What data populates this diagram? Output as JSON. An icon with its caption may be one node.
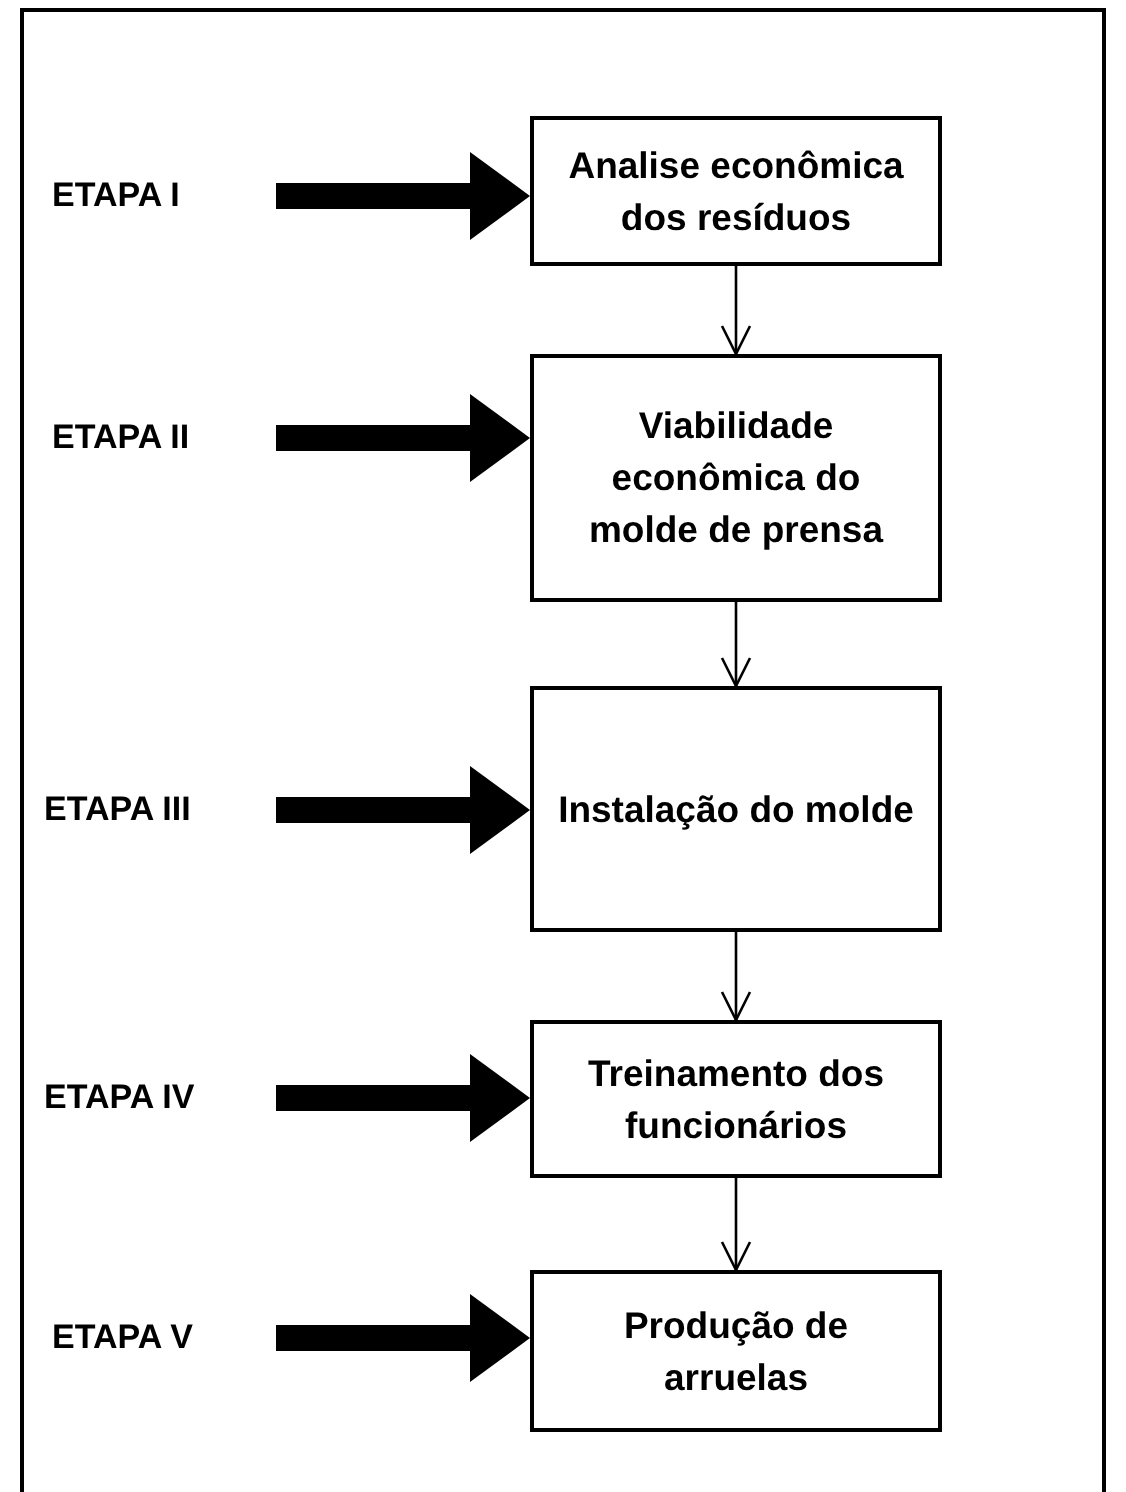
{
  "diagram": {
    "nodes": [
      {
        "text": [
          "ETAPA I"
        ]
      },
      {
        "text": [
          "Analise econômica dos resíduos"
        ]
      },
      {
        "text": [
          "ETAPA II"
        ]
      },
      {
        "text": [
          "Viabilidade econômica do molde de prensa"
        ]
      },
      {
        "text": [
          "ETAPA III"
        ]
      },
      {
        "text": [
          "Instalação do molde"
        ]
      },
      {
        "text": [
          "ETAPA IV"
        ]
      },
      {
        "text": [
          "Treinamento dos funcionários"
        ]
      },
      {
        "text": [
          "ETAPA V"
        ]
      },
      {
        "text": [
          "Produção de arruelas"
        ]
      }
    ],
    "edges": [
      {
        "from": 0,
        "to": 1,
        "arrow": "to"
      },
      {
        "from": 2,
        "to": 3,
        "arrow": "to"
      },
      {
        "from": 4,
        "to": 5,
        "arrow": "to"
      },
      {
        "from": 6,
        "to": 7,
        "arrow": "to"
      },
      {
        "from": 8,
        "to": 9,
        "arrow": "to"
      },
      {
        "from": 1,
        "to": 3,
        "arrow": "to"
      },
      {
        "from": 3,
        "to": 5,
        "arrow": "to"
      },
      {
        "from": 5,
        "to": 7,
        "arrow": "to"
      },
      {
        "from": 7,
        "to": 9,
        "arrow": "to"
      }
    ]
  }
}
